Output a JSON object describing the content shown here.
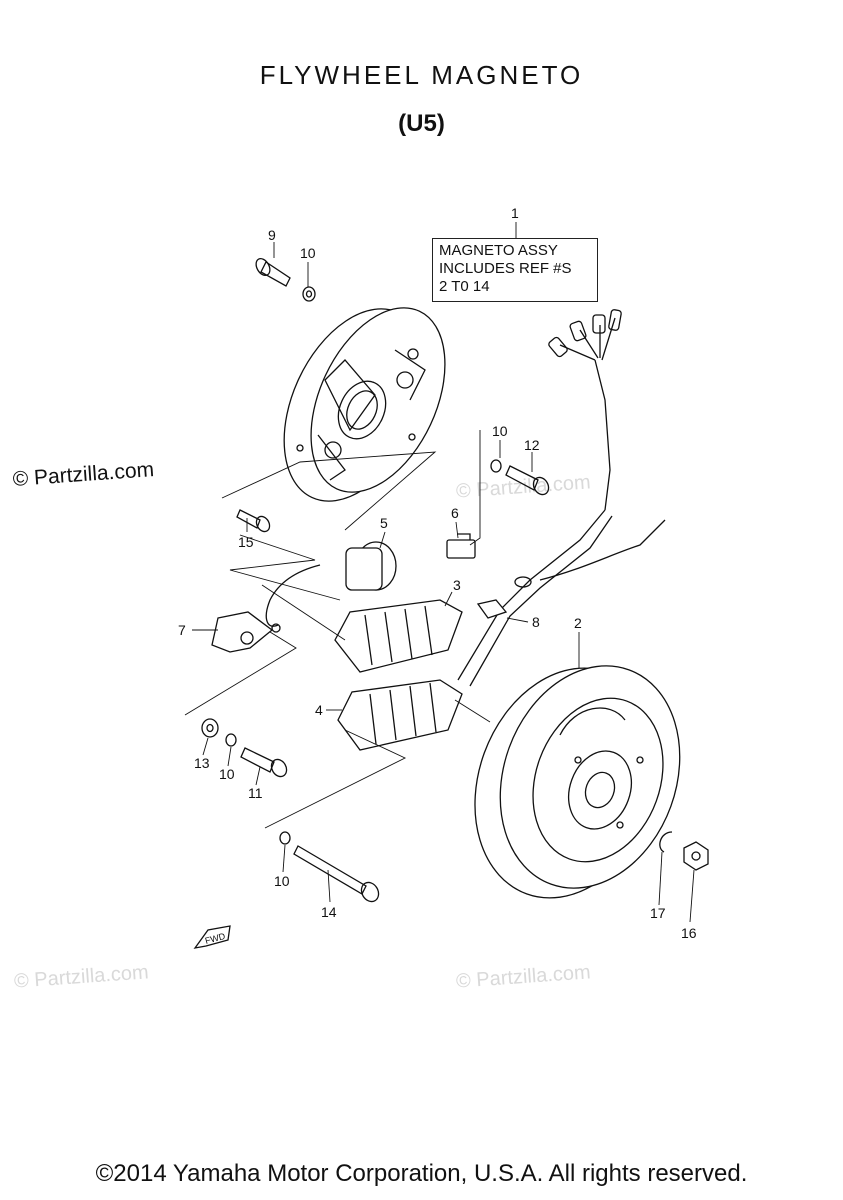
{
  "title": "FLYWHEEL  MAGNETO",
  "subtitle": "(U5)",
  "watermark": "© Partzilla.com",
  "watermark_faint": "© Partzilla.com",
  "note": {
    "ref": "1",
    "line1": "MAGNETO ASSY",
    "line2": "INCLUDES REF #S",
    "line3": "2 T0 14"
  },
  "callouts": {
    "c1": "1",
    "c2": "2",
    "c3": "3",
    "c4": "4",
    "c5": "5",
    "c6": "6",
    "c7": "7",
    "c8": "8",
    "c9": "9",
    "c10a": "10",
    "c10b": "10",
    "c10c": "10",
    "c10d": "10",
    "c11": "11",
    "c12": "12",
    "c13": "13",
    "c14": "14",
    "c15": "15",
    "c16": "16",
    "c17": "17"
  },
  "fwd_label": "FWD",
  "footer": "©2014 Yamaha Motor Corporation, U.S.A. All rights reserved."
}
